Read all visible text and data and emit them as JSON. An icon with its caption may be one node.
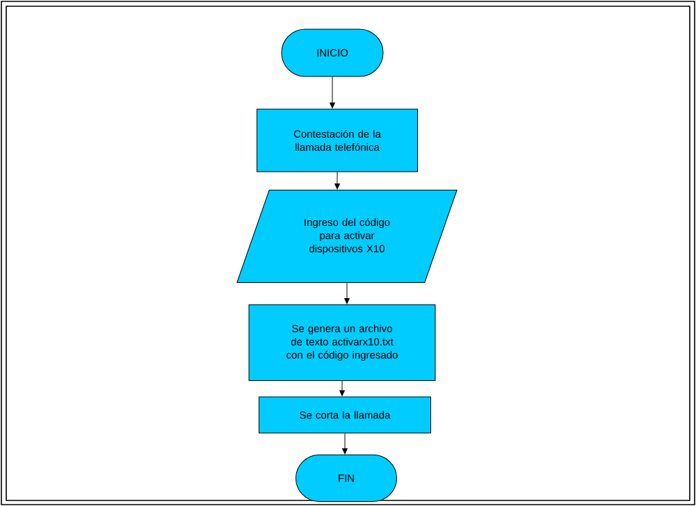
{
  "diagram": {
    "nodes": [
      {
        "text": [
          "INICIO"
        ]
      },
      {
        "text": [
          "Contestación de la llamada telefónica"
        ]
      },
      {
        "text": [
          "Ingreso del código para activar dispositivos X10"
        ]
      },
      {
        "text": [
          "Se genera un archivo de texto activarx10.txt con el código ingresado"
        ]
      },
      {
        "text": [
          "Se corta la llamada"
        ]
      },
      {
        "text": [
          "FIN"
        ]
      }
    ],
    "edges": [
      {
        "from": 0,
        "to": 1,
        "arrow": "to"
      },
      {
        "from": 1,
        "to": 2,
        "arrow": "to"
      },
      {
        "from": 2,
        "to": 3,
        "arrow": "to"
      },
      {
        "from": 3,
        "to": 4,
        "arrow": "to"
      },
      {
        "from": 4,
        "to": 5,
        "arrow": "to"
      }
    ]
  }
}
